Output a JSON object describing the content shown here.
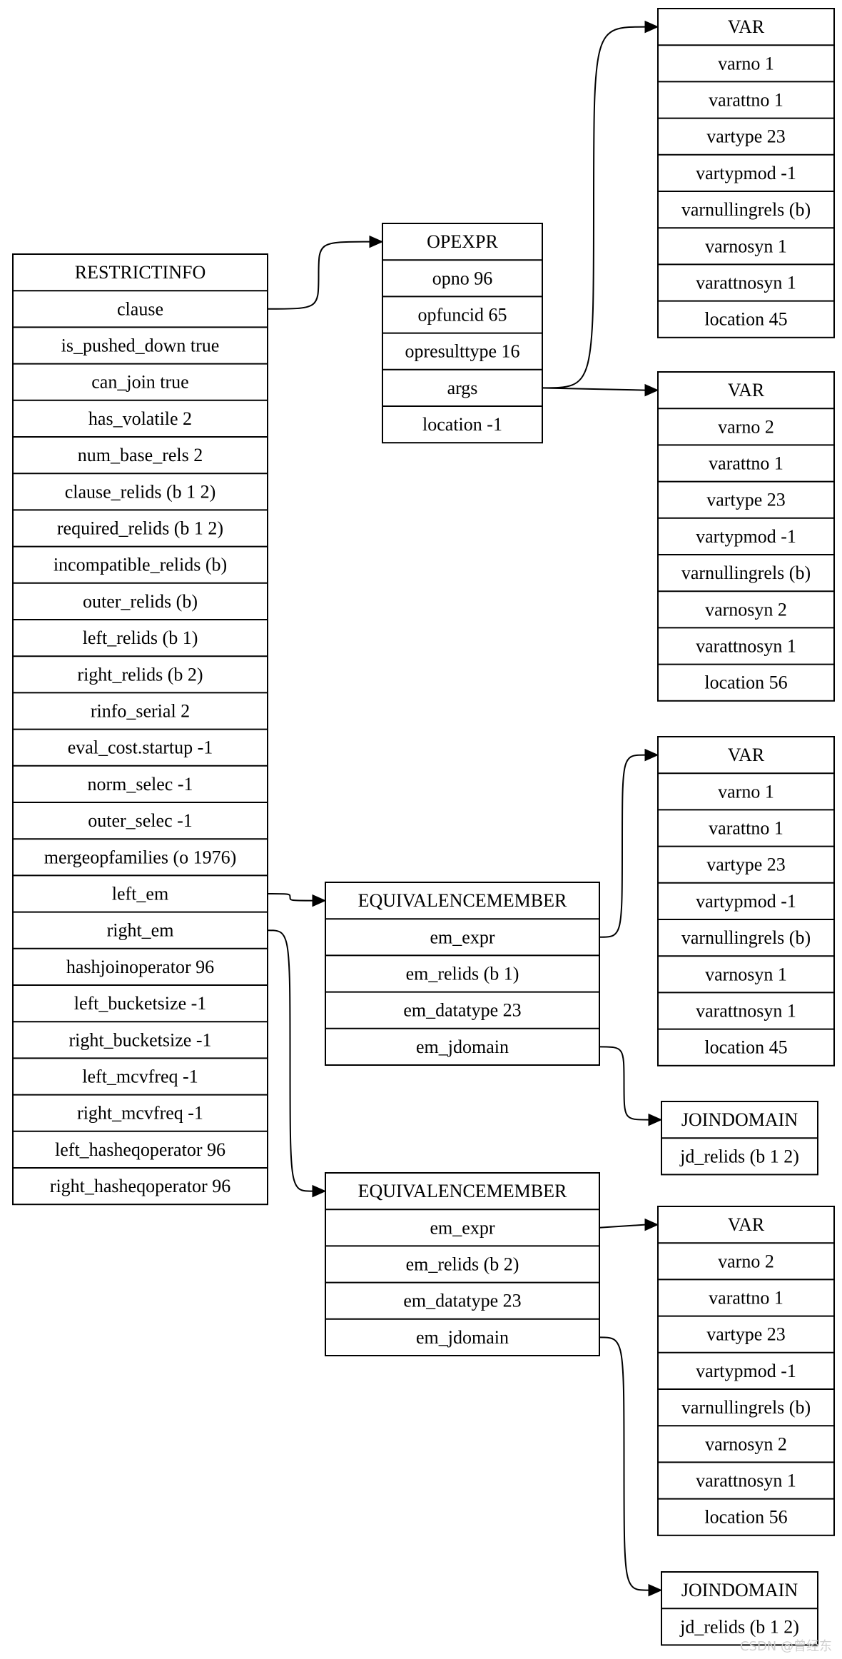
{
  "nodes": {
    "restrictinfo": [
      "RESTRICTINFO",
      "clause",
      "is_pushed_down true",
      "can_join true",
      "has_volatile 2",
      "num_base_rels 2",
      "clause_relids (b 1 2)",
      "required_relids (b 1 2)",
      "incompatible_relids (b)",
      "outer_relids (b)",
      "left_relids (b 1)",
      "right_relids (b 2)",
      "rinfo_serial 2",
      "eval_cost.startup -1",
      "norm_selec -1",
      "outer_selec -1",
      "mergeopfamilies (o 1976)",
      "left_em",
      "right_em",
      "hashjoinoperator 96",
      "left_bucketsize -1",
      "right_bucketsize -1",
      "left_mcvfreq -1",
      "right_mcvfreq -1",
      "left_hasheqoperator 96",
      "right_hasheqoperator 96"
    ],
    "opexpr": [
      "OPEXPR",
      "opno 96",
      "opfuncid 65",
      "opresulttype 16",
      "args",
      "location -1"
    ],
    "var1": [
      "VAR",
      "varno 1",
      "varattno 1",
      "vartype 23",
      "vartypmod -1",
      "varnullingrels (b)",
      "varnosyn 1",
      "varattnosyn 1",
      "location 45"
    ],
    "var2": [
      "VAR",
      "varno 2",
      "varattno 1",
      "vartype 23",
      "vartypmod -1",
      "varnullingrels (b)",
      "varnosyn 2",
      "varattnosyn 1",
      "location 56"
    ],
    "var3": [
      "VAR",
      "varno 1",
      "varattno 1",
      "vartype 23",
      "vartypmod -1",
      "varnullingrels (b)",
      "varnosyn 1",
      "varattnosyn 1",
      "location 45"
    ],
    "em1": [
      "EQUIVALENCEMEMBER",
      "em_expr",
      "em_relids (b 1)",
      "em_datatype 23",
      "em_jdomain"
    ],
    "jd1": [
      "JOINDOMAIN",
      "jd_relids (b 1 2)"
    ],
    "em2": [
      "EQUIVALENCEMEMBER",
      "em_expr",
      "em_relids (b 2)",
      "em_datatype 23",
      "em_jdomain"
    ],
    "var4": [
      "VAR",
      "varno 2",
      "varattno 1",
      "vartype 23",
      "vartypmod -1",
      "varnullingrels (b)",
      "varnosyn 2",
      "varattnosyn 1",
      "location 56"
    ],
    "jd2": [
      "JOINDOMAIN",
      "jd_relids (b 1 2)"
    ]
  },
  "edges": [
    {
      "from": "restrictinfo",
      "field": "clause",
      "to": "opexpr"
    },
    {
      "from": "opexpr",
      "field": "args",
      "to": "var1"
    },
    {
      "from": "opexpr",
      "field": "args",
      "to": "var2"
    },
    {
      "from": "restrictinfo",
      "field": "left_em",
      "to": "em1"
    },
    {
      "from": "restrictinfo",
      "field": "right_em",
      "to": "em2"
    },
    {
      "from": "em1",
      "field": "em_expr",
      "to": "var3"
    },
    {
      "from": "em1",
      "field": "em_jdomain",
      "to": "jd1"
    },
    {
      "from": "em2",
      "field": "em_expr",
      "to": "var4"
    },
    {
      "from": "em2",
      "field": "em_jdomain",
      "to": "jd2"
    }
  ],
  "watermark": "CSDN @曾经东"
}
